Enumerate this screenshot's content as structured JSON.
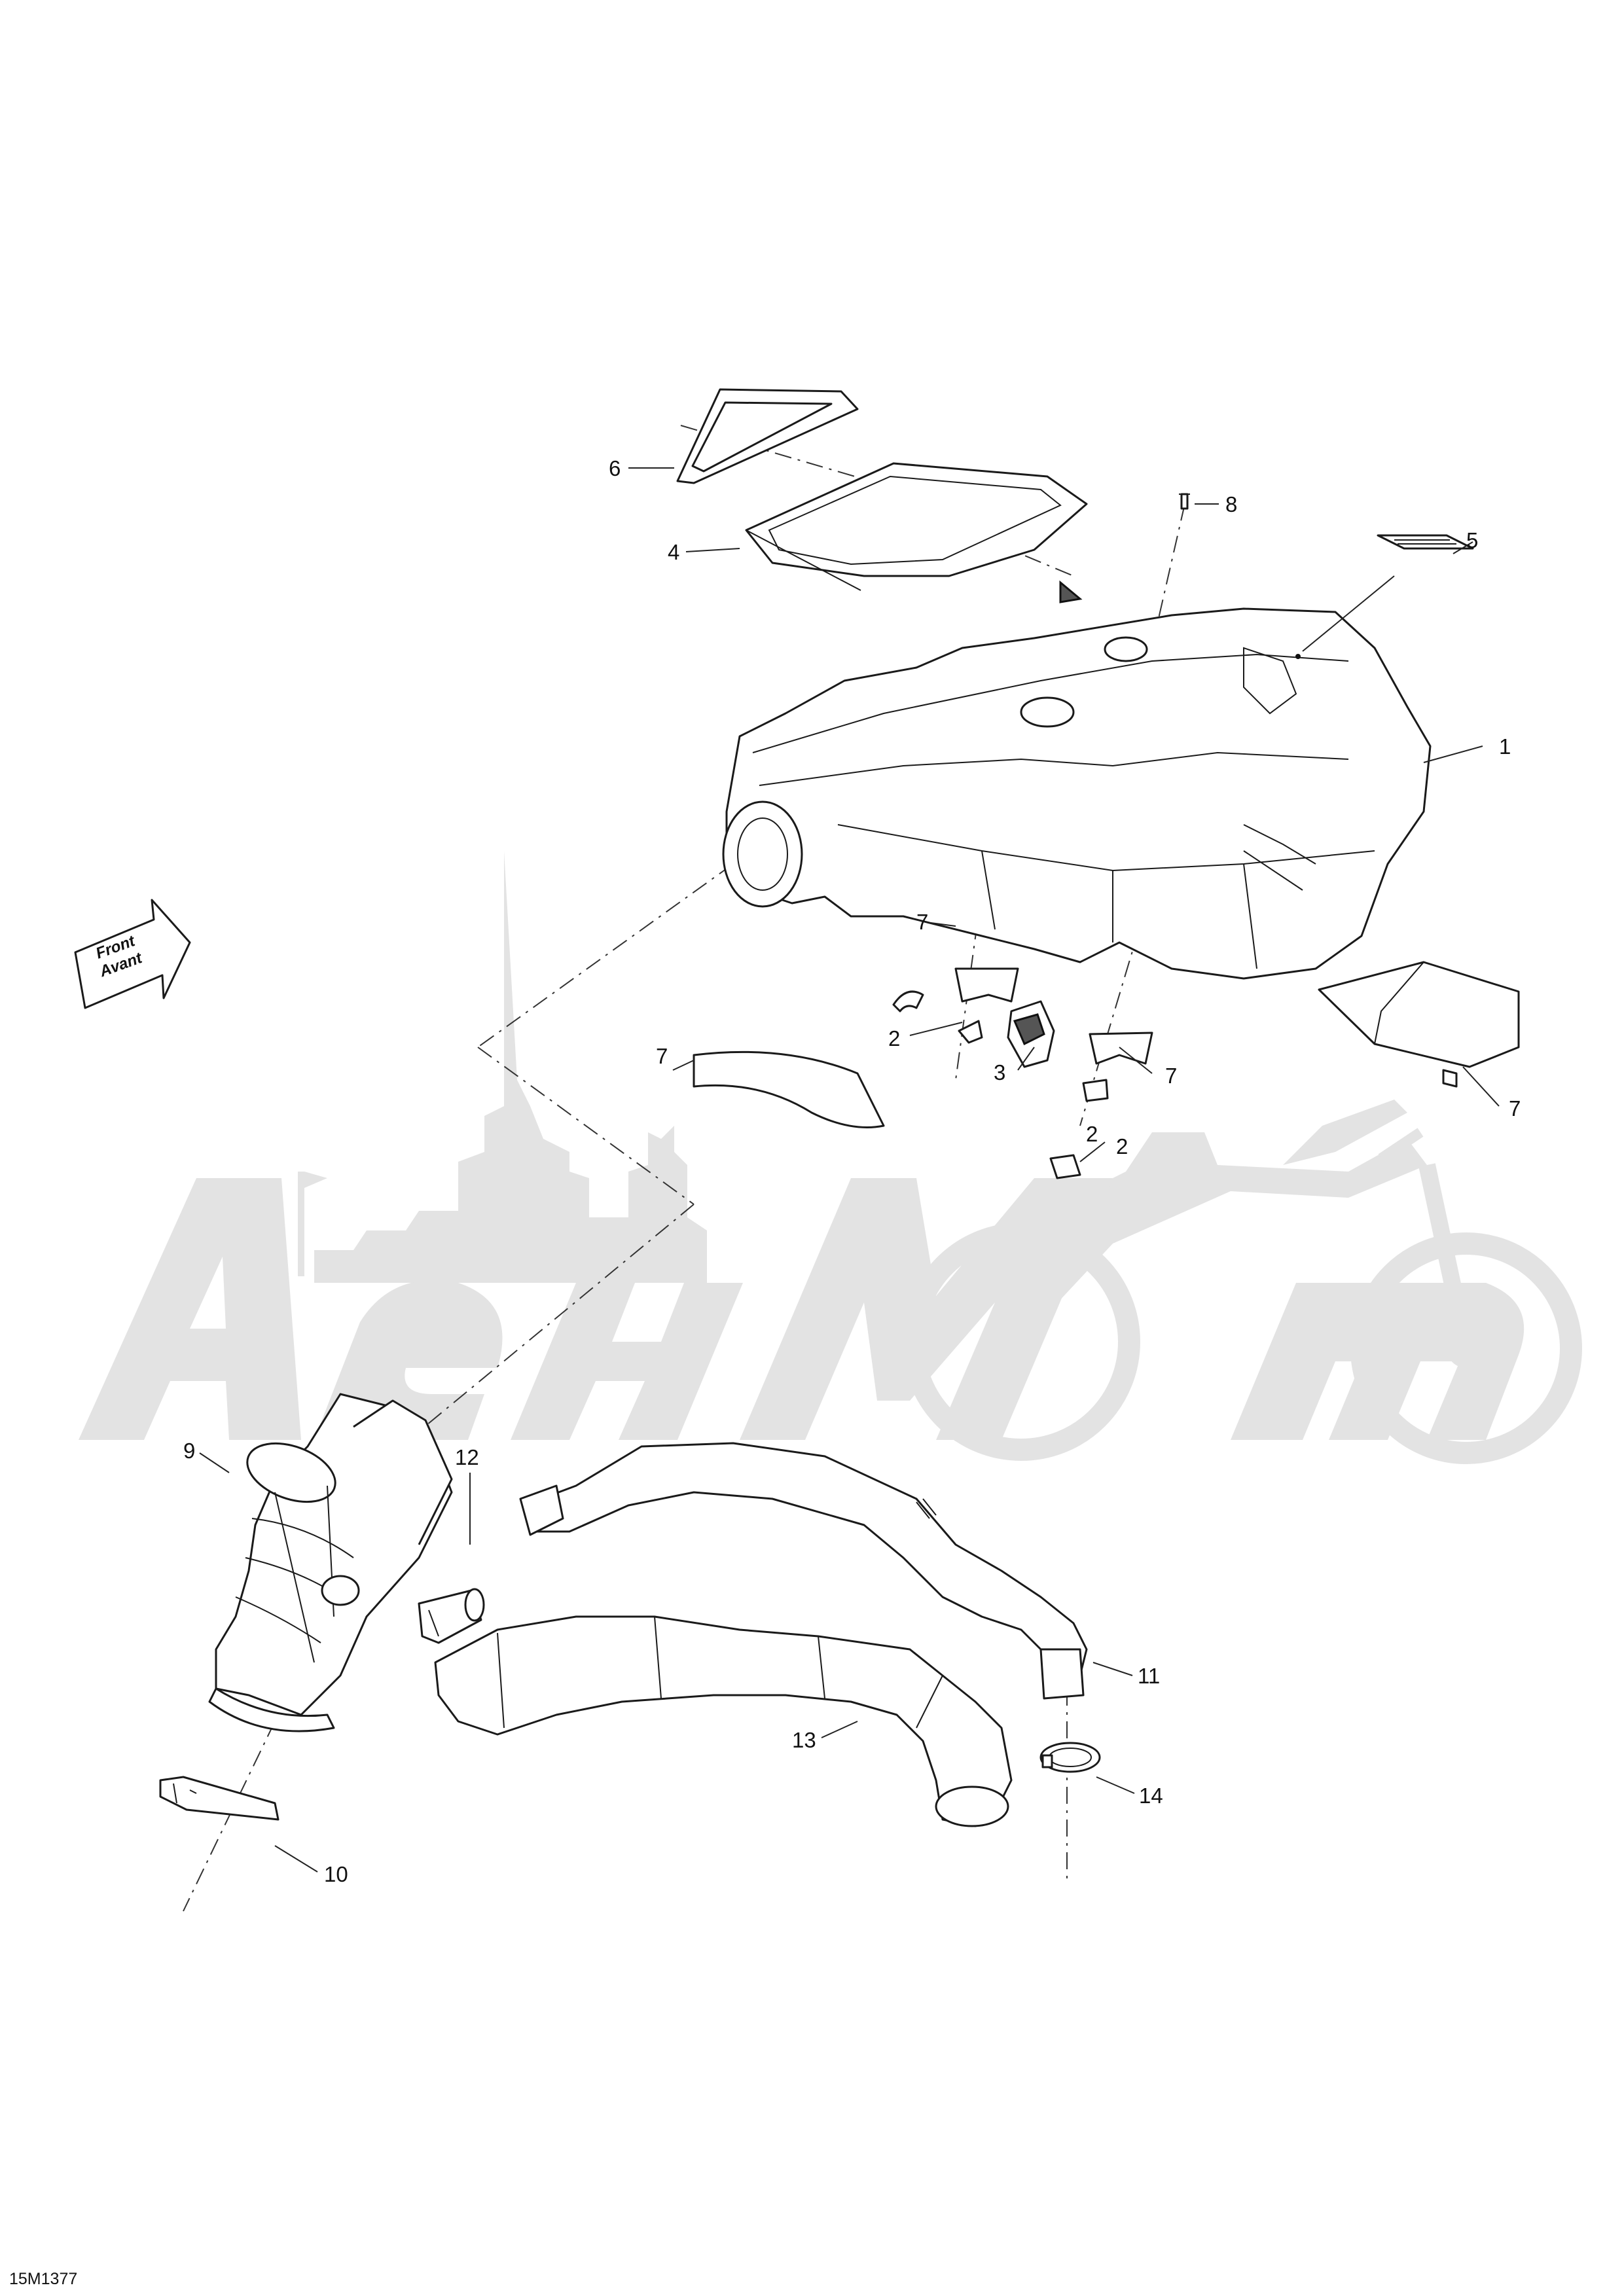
{
  "diagram": {
    "drawing_code": "15M1377",
    "direction_arrow": {
      "line1": "Front",
      "line2": "Avant"
    },
    "watermark": "AeHMoMo",
    "callouts": [
      "1",
      "2",
      "2",
      "2",
      "3",
      "4",
      "5",
      "6",
      "7",
      "7",
      "7",
      "7",
      "8",
      "9",
      "10",
      "11",
      "12",
      "13",
      "14"
    ]
  }
}
